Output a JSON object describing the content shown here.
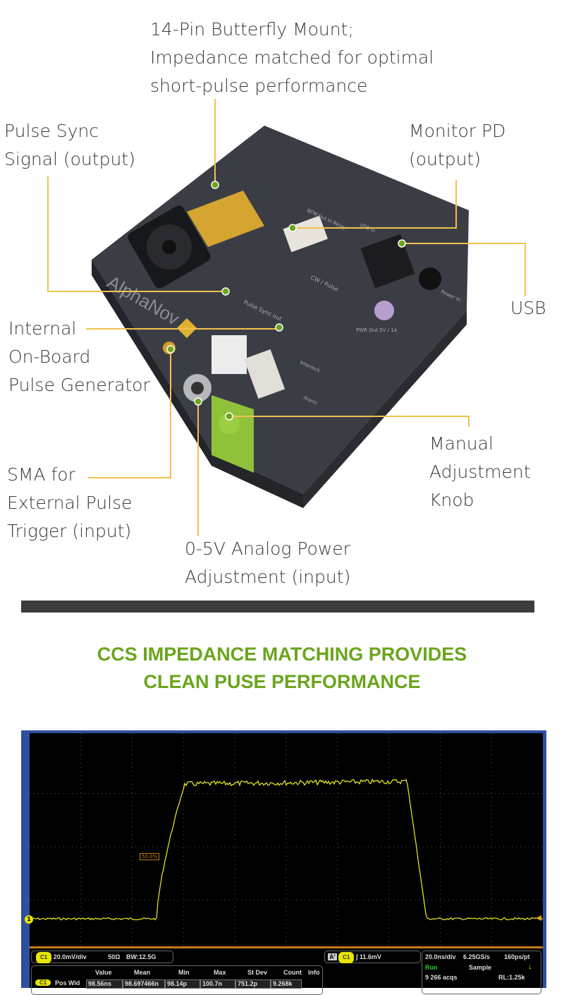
{
  "callouts": {
    "butterfly": [
      "14-Pin Butterfly Mount;",
      "Impedance matched for optimal",
      "short-pulse performance"
    ],
    "pulse_sync": [
      "Pulse Sync",
      "Signal (output)"
    ],
    "monitor_pd": [
      "Monitor PD",
      "(output)"
    ],
    "usb": [
      "USB"
    ],
    "internal_gen": [
      "Internal",
      "On-Board",
      "Pulse Generator"
    ],
    "sma": [
      "SMA for",
      "External Pulse",
      "Trigger (input)"
    ],
    "knob": [
      "Manual",
      "Adjustment",
      "Knob"
    ],
    "analog": [
      "0-5V Analog Power",
      "Adjustment (input)"
    ]
  },
  "board_text": {
    "brand": "AlphaNov",
    "bfm": "BFM  Out  In  Relay",
    "usb_in": "USB In",
    "cw_pulse": "CW / Pulse",
    "pulse_sync_out": "Pulse Sync out",
    "pwr_out": "PWR Out 5V / 1A",
    "interlock": "Interlock",
    "power_in": "Power In",
    "alarm": "Alarm"
  },
  "colors": {
    "callout_line": "#f2c14e",
    "callout_dot": "#6aa51c",
    "headline": "#6aa51c",
    "trace": "#f0f020"
  },
  "headline": [
    "CCS IMPEDANCE MATCHING PROVIDES",
    "CLEAN PUSE PERFORMANCE"
  ],
  "scope": {
    "marker_50": "50.0%",
    "channel_marker": "1",
    "ch_badge": "C1",
    "vdiv": "20.0mV/div",
    "impedance": "50Ω",
    "bandwidth": "BW:12.5G",
    "trigger_badge": "A'",
    "trigger_level": "11.6mV",
    "timebase": "20.0ns/div",
    "sample_rate": "6.25GS/s",
    "resolution": "160ps/pt",
    "run_state": "Run",
    "mode": "Sample",
    "acqs": "9 266 acqs",
    "record_length": "RL:1.25k",
    "meas_headers": [
      "Value",
      "Mean",
      "Min",
      "Max",
      "St Dev",
      "Count",
      "Info"
    ],
    "meas_row": {
      "label": "Pos Wid",
      "values": [
        "98.56ns",
        "98.697466n",
        "98.14p",
        "100.7n",
        "751.2p",
        "9.268k",
        ""
      ]
    }
  }
}
